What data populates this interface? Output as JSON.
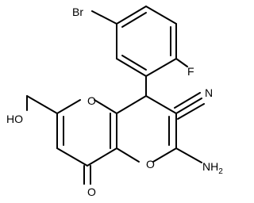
{
  "colors": {
    "bond": "#000000",
    "label": "#000000",
    "background": "#ffffff"
  },
  "atoms": {
    "br": "Br",
    "f": "F",
    "ring_o_left": "O",
    "ring_o_bottom": "O",
    "nitrile_n": "N",
    "ho": "HO",
    "nh2": "NH",
    "nh2_sub": "2",
    "carbonyl_o": "O"
  }
}
